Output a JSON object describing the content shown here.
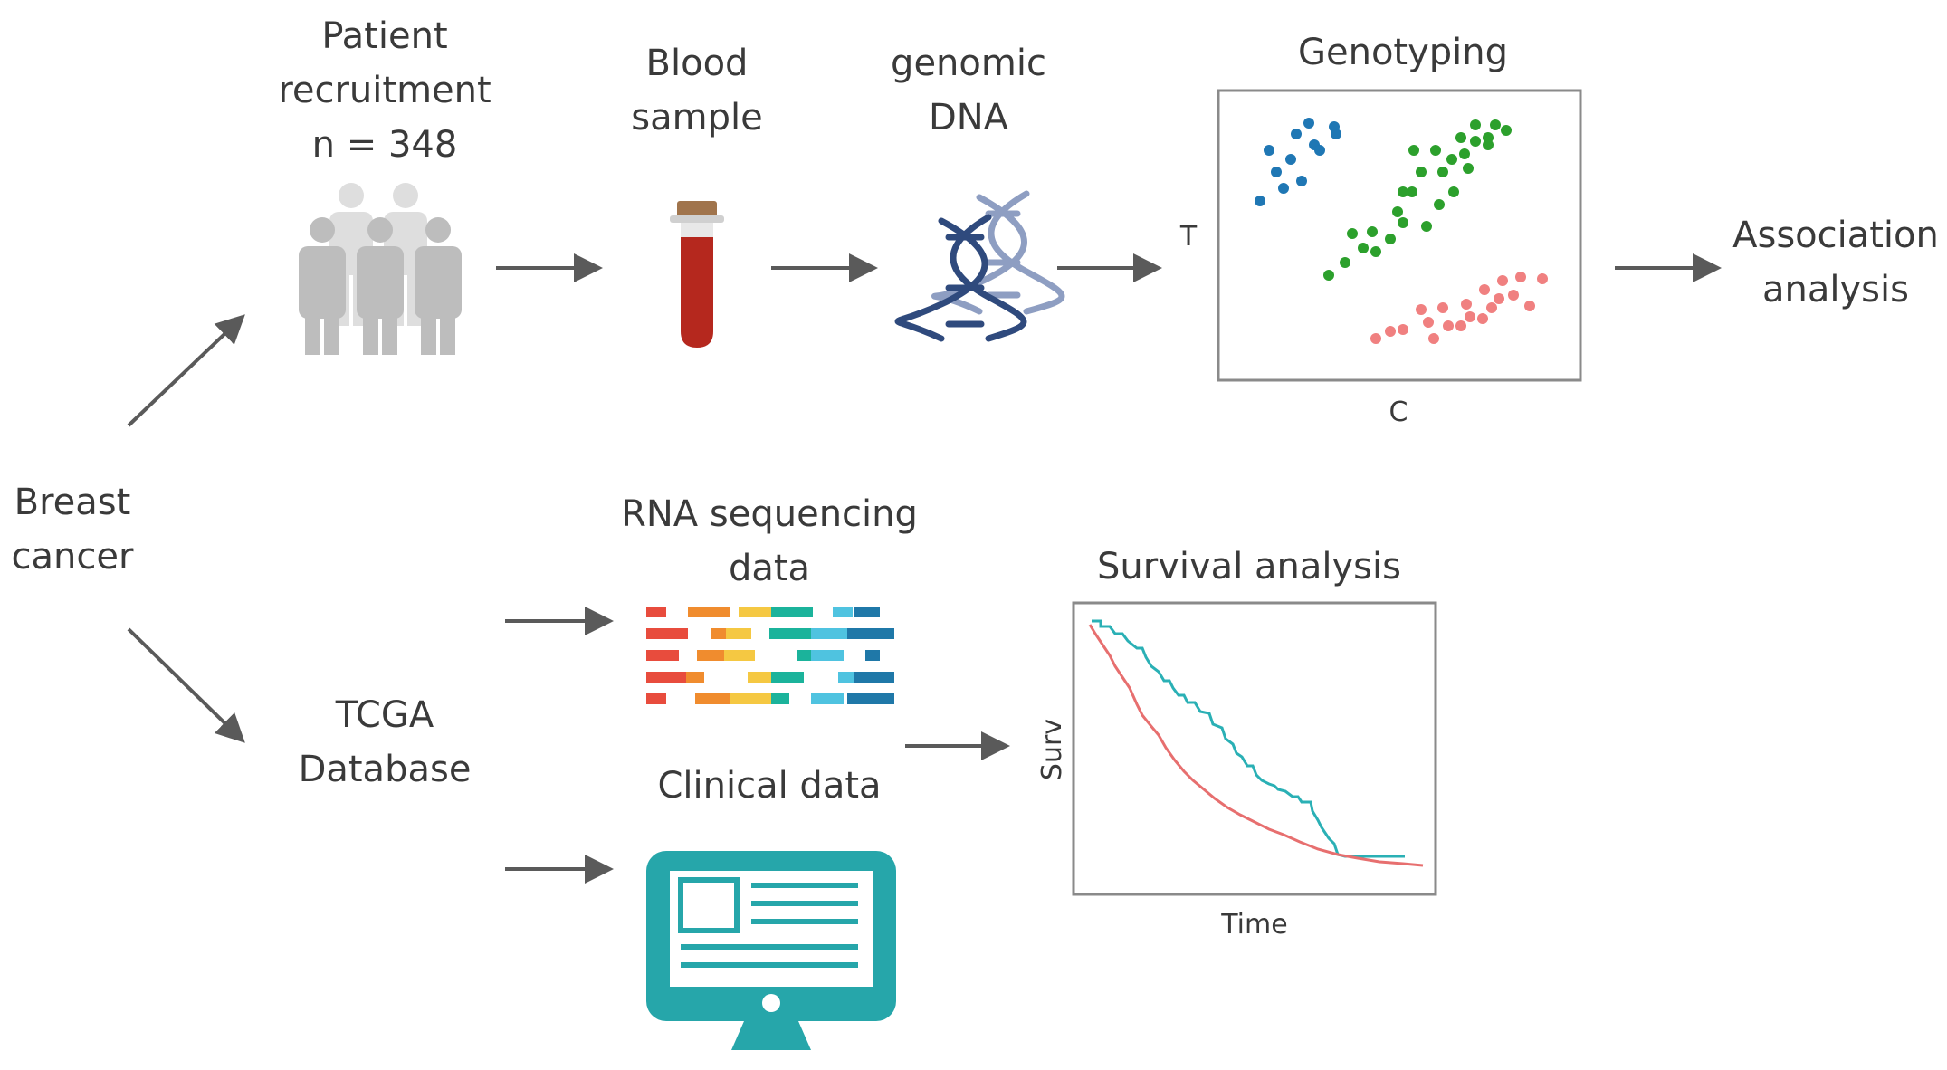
{
  "labels": {
    "breast_cancer": [
      "Breast",
      "cancer"
    ],
    "patient_recruitment": [
      "Patient",
      "recruitment",
      "n = 348"
    ],
    "blood_sample": [
      "Blood",
      "sample"
    ],
    "genomic_dna": [
      "genomic",
      "DNA"
    ],
    "genotyping": "Genotyping",
    "genotyping_axis_y": "T",
    "genotyping_axis_x": "C",
    "genotyping_marker": "x",
    "association_analysis": [
      "Association",
      "analysis"
    ],
    "rna_sequencing": [
      "RNA sequencing",
      "data"
    ],
    "tcga_database": [
      "TCGA",
      "Database"
    ],
    "clinical_data": "Clinical data",
    "survival_analysis": "Survival analysis",
    "survival_axis_y": "Surv",
    "survival_axis_x": "Time"
  },
  "colors": {
    "arrow": "#5a5a5a",
    "people": "#bdbdbd",
    "blood": "#b5281e",
    "dna_dark": "#2f4a7d",
    "dna_light": "#8e9ec2",
    "geno_blue": "#1f77b4",
    "geno_green": "#2ca02c",
    "geno_red": "#f08080",
    "monitor": "#26a6aa",
    "surv_red": "#e76f6f",
    "surv_teal": "#2ab0b5",
    "rna": [
      "#e84c3d",
      "#f08c2e",
      "#f5c842",
      "#1bb39b",
      "#4fc3e0",
      "#1f78a8"
    ]
  },
  "icons": [
    "people-icon",
    "blood-tube-icon",
    "dna-helix-icon",
    "rna-sequencing-icon",
    "monitor-icon"
  ]
}
